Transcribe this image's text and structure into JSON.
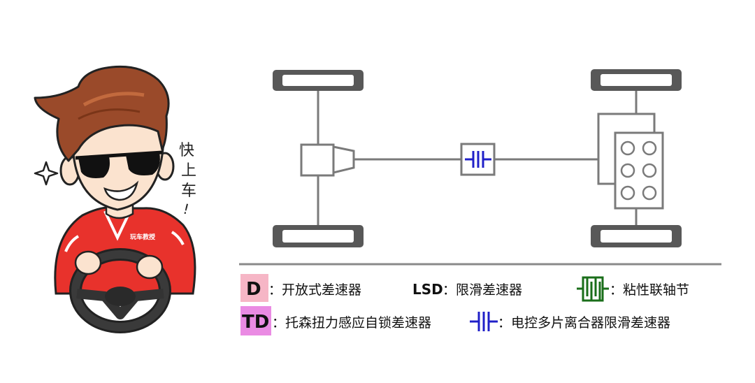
{
  "mascot": {
    "speech": [
      "快",
      "上",
      "车",
      "!"
    ],
    "jacket_logo": "玩车教授",
    "colors": {
      "jacket": "#e8322c",
      "hair": "#9a4a2a",
      "skin": "#fbe3cf",
      "wheel": "#333333"
    }
  },
  "legend": {
    "d_badge": "D",
    "d_text": "：开放式差速器",
    "lsd_label": "LSD",
    "lsd_text": "：限滑差速器",
    "viscous_text": "：粘性联轴节",
    "td_badge": "TD",
    "td_text": "：托森扭力感应自锁差速器",
    "clutch_text": "：电控多片离合器限滑差速器"
  },
  "colors": {
    "tire": "#585858",
    "line": "#7a7a7a",
    "pink": "#f6b6c6",
    "magenta": "#ea8be3",
    "blue": "#2020c8",
    "green": "#1a6e1a"
  }
}
